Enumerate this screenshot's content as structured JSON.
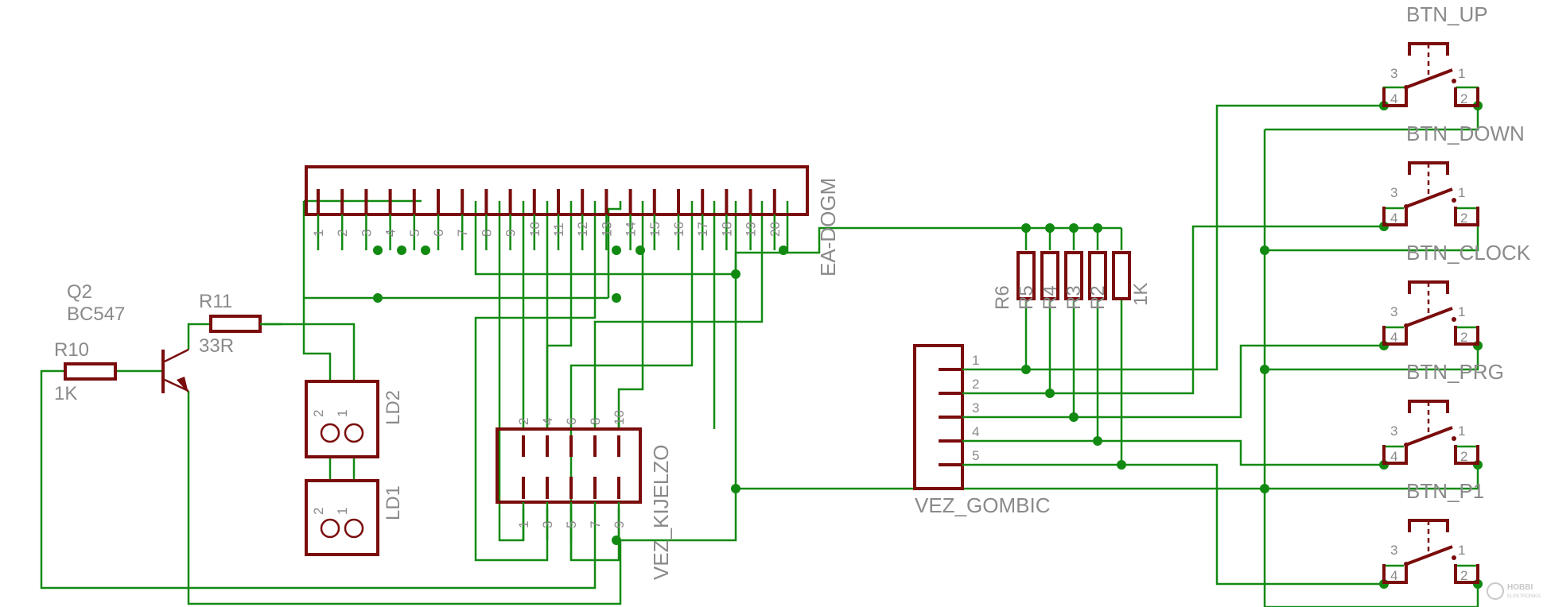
{
  "colors": {
    "wire": "#128a12",
    "component": "#7a0c0c",
    "text": "#8a8a8a",
    "background": "#ffffff"
  },
  "components": {
    "q2": {
      "name": "Q2",
      "value": "BC547"
    },
    "r10": {
      "name": "R10",
      "value": "1K"
    },
    "r11": {
      "name": "R11",
      "value": "33R"
    },
    "ld1": {
      "name": "LD1",
      "pin1": "1",
      "pin2": "2"
    },
    "ld2": {
      "name": "LD2",
      "pin1": "1",
      "pin2": "2"
    },
    "lcd": {
      "name": "EA-DOGM",
      "pins": [
        "1",
        "2",
        "3",
        "4",
        "5",
        "6",
        "7",
        "8",
        "9",
        "10",
        "11",
        "12",
        "13",
        "14",
        "15",
        "16",
        "17",
        "18",
        "19",
        "20"
      ]
    },
    "kijelzo": {
      "name": "VEZ_KIJELZO",
      "top_pins": [
        "2",
        "4",
        "6",
        "8",
        "10"
      ],
      "bottom_pins": [
        "1",
        "3",
        "5",
        "7",
        "9"
      ]
    },
    "gombic": {
      "name": "VEZ_GOMBIC",
      "pins": [
        "1",
        "2",
        "3",
        "4",
        "5"
      ]
    },
    "resistor_array": {
      "names": [
        "R6",
        "R5",
        "R4",
        "R3",
        "R2"
      ],
      "value": "1K"
    },
    "buttons": [
      {
        "name": "BTN_UP",
        "p1": "1",
        "p2": "2",
        "p3": "3",
        "p4": "4"
      },
      {
        "name": "BTN_DOWN",
        "p1": "1",
        "p2": "2",
        "p3": "3",
        "p4": "4"
      },
      {
        "name": "BTN_CLOCK",
        "p1": "1",
        "p2": "2",
        "p3": "3",
        "p4": "4"
      },
      {
        "name": "BTN_PRG",
        "p1": "1",
        "p2": "2",
        "p3": "3",
        "p4": "4"
      },
      {
        "name": "BTN_P1",
        "p1": "1",
        "p2": "2",
        "p3": "3",
        "p4": "4"
      }
    ]
  },
  "watermark": "HOBBI ELEKTRONIKA"
}
